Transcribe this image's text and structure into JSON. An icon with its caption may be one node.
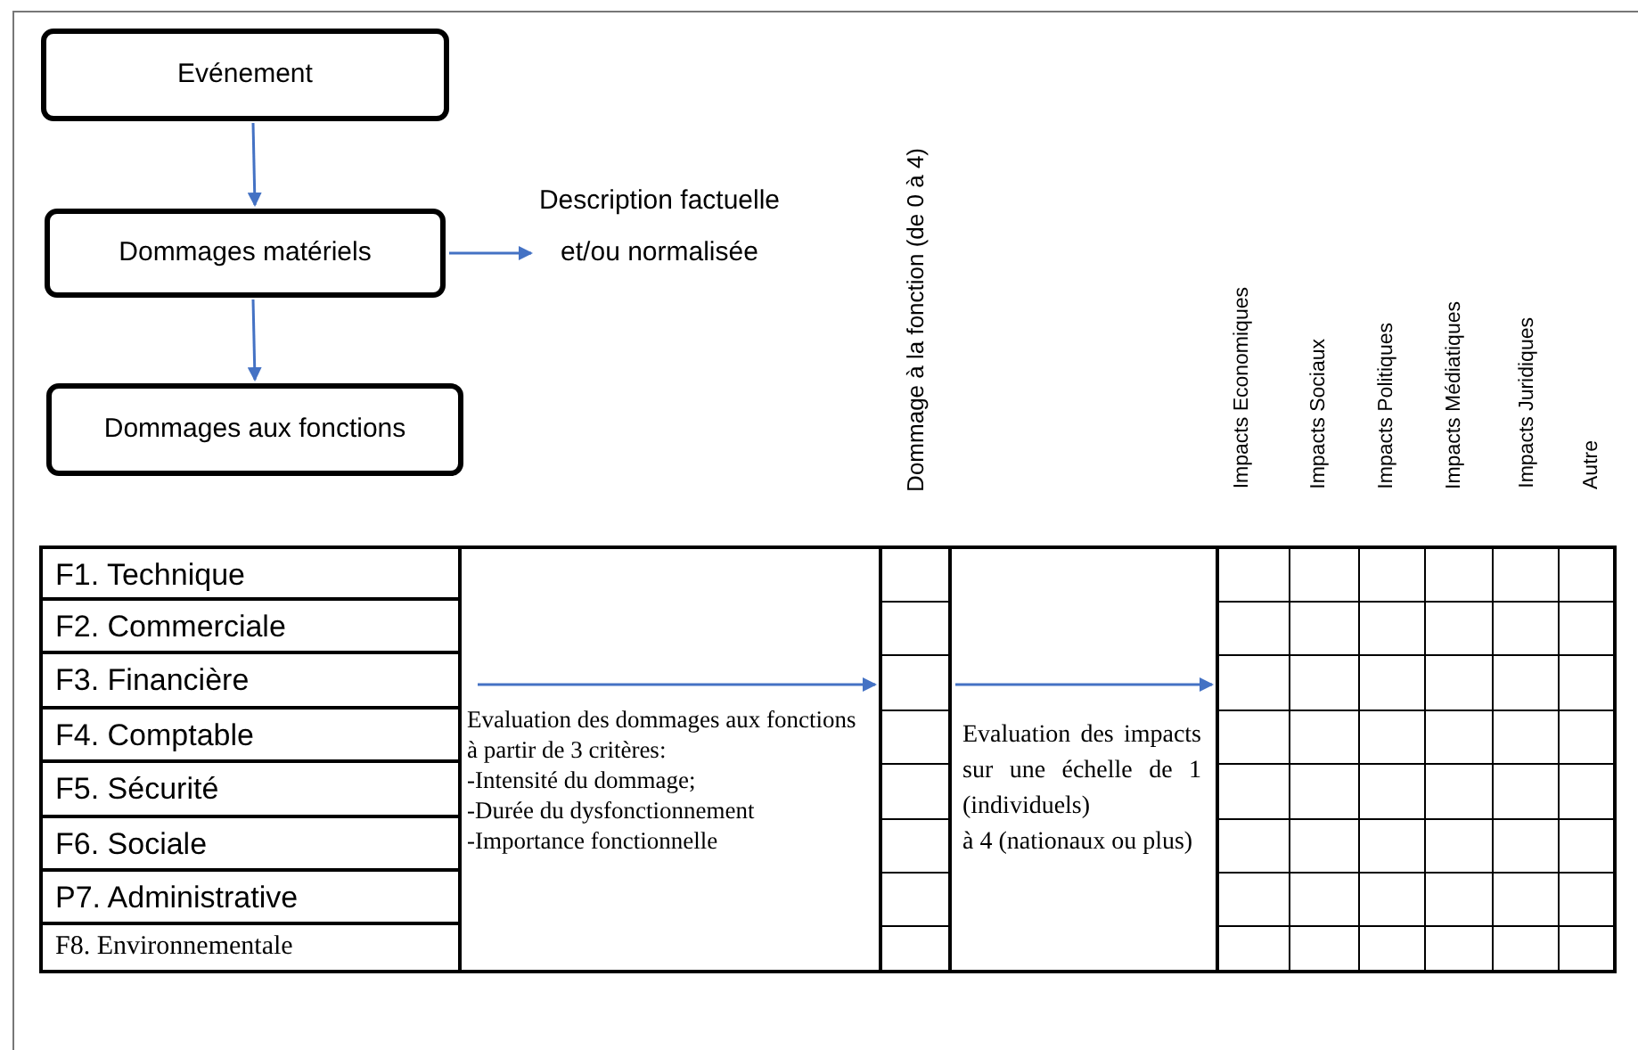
{
  "diagram": {
    "nodes": [
      {
        "text": [
          "Evénement"
        ]
      },
      {
        "text": [
          "Dommages matériels"
        ]
      },
      {
        "text": [
          "Dommages aux fonctions"
        ]
      },
      {
        "text": [
          "Description factuelle et/ou normalisée"
        ]
      },
      {
        "text": [],
        "shape": "box"
      },
      {
        "text": [],
        "shape": "box"
      }
    ],
    "edges": [
      {
        "from": 0,
        "to": 1,
        "arrow": "to"
      },
      {
        "from": 1,
        "to": 2,
        "arrow": "to"
      },
      {
        "from": 1,
        "to": 3,
        "arrow": "to"
      },
      {
        "from": null,
        "to": 4,
        "arrow": "to"
      },
      {
        "from": 4,
        "to": 5,
        "arrow": "to"
      }
    ],
    "labels": [
      "Dommage à la fonction (de 0 à 4)",
      "Impacts Economiques",
      "Impacts Sociaux",
      "Impacts Politiques",
      "Impacts Médiatiques",
      "Impacts Juridiques",
      "Autre",
      "F1. Technique",
      "F2. Commerciale",
      "F3. Financière",
      "F4. Comptable",
      "F5. Sécurité",
      "F6. Sociale",
      "P7. Administrative",
      "F8. Environnementale",
      "Evaluation des dommages aux fonctions à partir de 3 critères:",
      "-Intensité du dommage;",
      "-Durée du dysfonctionnement",
      "-Importance fonctionnelle",
      "Evaluation des impacts sur une échelle de 1 (individuels)",
      "à 4 (nationaux ou plus)"
    ]
  }
}
